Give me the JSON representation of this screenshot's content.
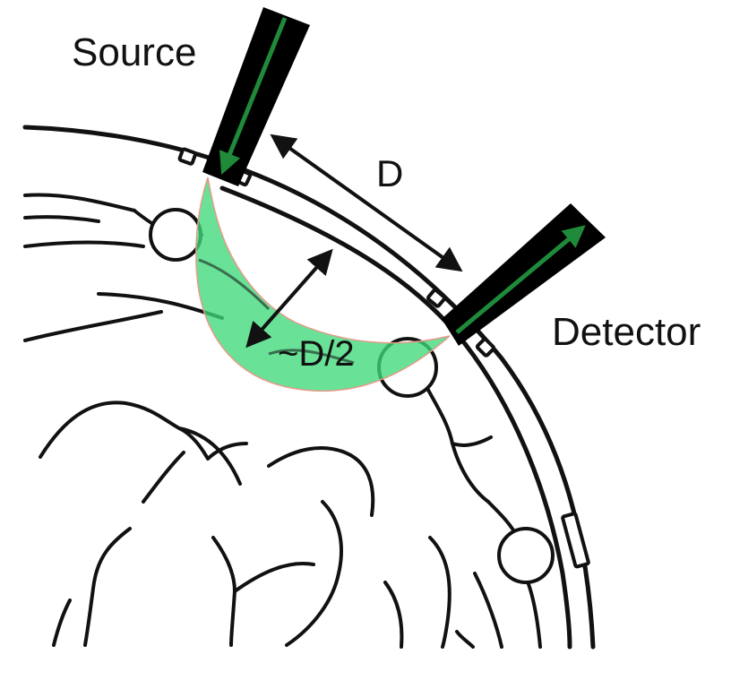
{
  "labels": {
    "source": "Source",
    "detector": "Detector",
    "separation": "D",
    "depth": "~D/2"
  },
  "colors": {
    "banana_fill": "#3fd97a",
    "light_arrow": "#1f8a3a",
    "probe": "#000000",
    "outline": "#111111"
  },
  "icons": {
    "source_probe": "probe-icon",
    "detector_probe": "probe-icon"
  }
}
